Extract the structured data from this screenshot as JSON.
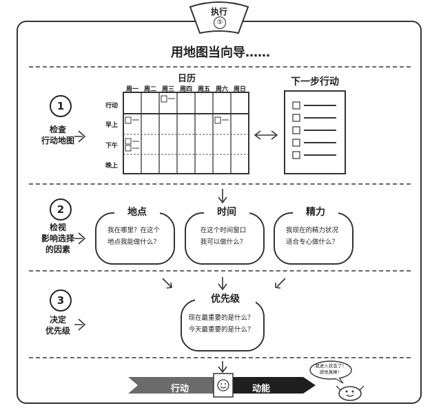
{
  "header": {
    "tab_label": "执行",
    "tab_number": "⑤"
  },
  "title": "用地图当向导……",
  "step1": {
    "number": "1",
    "label_line1": "检查",
    "label_line2": "行动地图",
    "calendar_title": "日历",
    "days": [
      "周一",
      "周二",
      "周三",
      "周四",
      "周五",
      "周六",
      "周日"
    ],
    "rows": [
      "行动",
      "早上",
      "下午",
      "晚上"
    ],
    "next_actions_title": "下一步行动"
  },
  "step2": {
    "number": "2",
    "label_line1": "检视",
    "label_line2": "影响选择",
    "label_line3": "的因素",
    "bubbles": [
      {
        "title": "地点",
        "line1": "我在哪里？在这个",
        "line2": "地点我能做什么？"
      },
      {
        "title": "时间",
        "line1": "在这个时间窗口",
        "line2": "我可以做什么？"
      },
      {
        "title": "精力",
        "line1": "我现在的精力状况",
        "line2": "适合专心做什么？"
      }
    ]
  },
  "step3": {
    "number": "3",
    "label_line1": "决定",
    "label_line2": "优先级",
    "bubble": {
      "title": "优先级",
      "line1": "现在最重要的是什么？",
      "line2": "今天最重要的是什么？"
    }
  },
  "banner": {
    "left": "行动",
    "right": "动能"
  },
  "mascot": {
    "speech_line1": "我进入状态了！",
    "speech_line2": "感觉真棒！"
  },
  "colors": {
    "line": "#333333",
    "banner_dark": "#1f1f1f",
    "banner_gray": "#6b6b6b"
  }
}
